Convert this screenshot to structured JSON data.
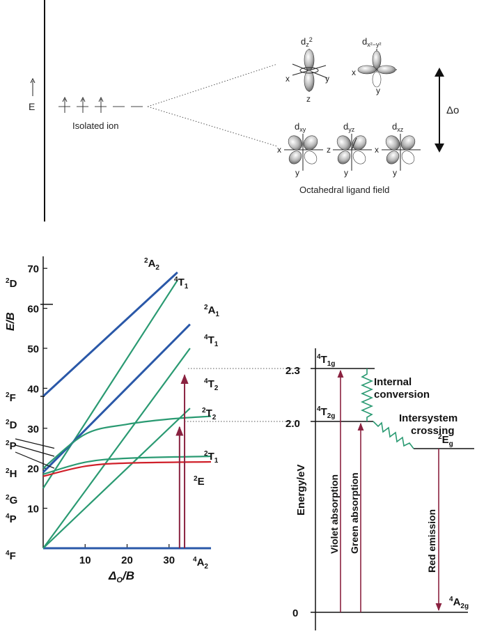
{
  "top": {
    "energy_axis_label": "E",
    "isolated_ion_label": "Isolated ion",
    "field_label": "Octahedral ligand field",
    "delta_label": "Δo",
    "eg_orbitals": [
      {
        "name": "dz²",
        "main": "d",
        "sub": "z",
        "sup": "2",
        "axes": [
          "x",
          "y",
          "z"
        ]
      },
      {
        "name": "dx²−y²",
        "main": "d",
        "sub": "x²−y²",
        "sup": "",
        "axes": [
          "x",
          "y"
        ]
      }
    ],
    "t2g_orbitals": [
      {
        "name": "dxy",
        "main": "d",
        "sub": "xy",
        "axes": [
          "x",
          "y"
        ]
      },
      {
        "name": "dyz",
        "main": "d",
        "sub": "yz",
        "axes": [
          "z",
          "y"
        ]
      },
      {
        "name": "dxz",
        "main": "d",
        "sub": "xz",
        "axes": [
          "x",
          "y"
        ]
      }
    ]
  },
  "tanabe_sugano": {
    "ylabel": "E/B",
    "xlabel_main": "Δ",
    "xlabel_sub": "O",
    "xlabel_rest": "/B",
    "x_ticks": [
      "10",
      "20",
      "30"
    ],
    "y_ticks": [
      "10",
      "20",
      "30",
      "40",
      "50",
      "60",
      "70"
    ],
    "free_ion_terms": [
      {
        "sup": "4",
        "letter": "F",
        "e": 0
      },
      {
        "sup": "4",
        "letter": "P",
        "e": 15
      },
      {
        "sup": "2",
        "letter": "G",
        "e": 18
      },
      {
        "sup": "2",
        "letter": "H",
        "e": 20
      },
      {
        "sup": "2",
        "letter": "P",
        "e": 23
      },
      {
        "sup": "2",
        "letter": "D",
        "e": 25
      },
      {
        "sup": "2",
        "letter": "F",
        "e": 38
      },
      {
        "sup": "2",
        "letter": "D",
        "e": 61
      }
    ],
    "state_labels": [
      {
        "sup": "2",
        "main": "A",
        "sub": "2"
      },
      {
        "sup": "4",
        "main": "T",
        "sub": "1"
      },
      {
        "sup": "2",
        "main": "A",
        "sub": "1"
      },
      {
        "sup": "4",
        "main": "T",
        "sub": "1"
      },
      {
        "sup": "4",
        "main": "T",
        "sub": "2"
      },
      {
        "sup": "2",
        "main": "T",
        "sub": "2"
      },
      {
        "sup": "2",
        "main": "T",
        "sub": "1"
      },
      {
        "sup": "2",
        "main": "E",
        "sub": ""
      },
      {
        "sup": "4",
        "main": "A",
        "sub": "2"
      }
    ],
    "colors": {
      "green": "#2a9a72",
      "blue": "#2a58a8",
      "red": "#d0202a",
      "maroon": "#8a2240"
    }
  },
  "chart_data": {
    "type": "line",
    "xlabel": "Δo/B",
    "ylabel": "E/B",
    "xlim": [
      0,
      40
    ],
    "ylim": [
      0,
      73
    ],
    "series": [
      {
        "name": "⁴A₂",
        "color": "blue",
        "points": [
          [
            0,
            0
          ],
          [
            40,
            0
          ]
        ]
      },
      {
        "name": "²A₂",
        "color": "blue",
        "points": [
          [
            0,
            38
          ],
          [
            32,
            69
          ]
        ]
      },
      {
        "name": "⁴T₁",
        "color": "green",
        "points": [
          [
            0,
            15
          ],
          [
            32,
            67
          ]
        ]
      },
      {
        "name": "²A₁",
        "color": "blue",
        "points": [
          [
            0,
            19
          ],
          [
            35,
            56
          ]
        ]
      },
      {
        "name": "⁴T₁",
        "color": "green",
        "points": [
          [
            0,
            0
          ],
          [
            35,
            50
          ]
        ]
      },
      {
        "name": "⁴T₂",
        "color": "green",
        "points": [
          [
            0,
            0
          ],
          [
            35,
            35
          ]
        ]
      },
      {
        "name": "²T₂",
        "color": "green",
        "points": [
          [
            0,
            20
          ],
          [
            10,
            28.5
          ],
          [
            20,
            31
          ],
          [
            30,
            32.3
          ],
          [
            40,
            33
          ]
        ]
      },
      {
        "name": "²T₁",
        "color": "green",
        "points": [
          [
            0,
            18.5
          ],
          [
            10,
            21.5
          ],
          [
            20,
            22.5
          ],
          [
            40,
            23
          ]
        ]
      },
      {
        "name": "²E",
        "color": "red",
        "points": [
          [
            0,
            18
          ],
          [
            10,
            20.5
          ],
          [
            20,
            21.3
          ],
          [
            40,
            21.6
          ]
        ]
      }
    ],
    "transitions": [
      {
        "x": 32.5,
        "from": 0,
        "to": 31
      },
      {
        "x": 33.7,
        "from": 0,
        "to": 44
      }
    ]
  },
  "energy_diagram": {
    "ylabel": "Energy/eV",
    "ticks": [
      {
        "label": "0",
        "value": 0
      },
      {
        "label": "2.0",
        "value": 2.0
      },
      {
        "label": "2.3",
        "value": 2.3
      }
    ],
    "levels": [
      {
        "sup": "4",
        "main": "T",
        "sub": "1g",
        "value": 2.3
      },
      {
        "sup": "4",
        "main": "T",
        "sub": "2g",
        "value": 2.0
      },
      {
        "sup": "2",
        "main": "E",
        "sub": "g",
        "value": 1.86
      },
      {
        "sup": "4",
        "main": "A",
        "sub": "2g",
        "value": 0
      }
    ],
    "internal_conversion": [
      "Internal",
      "conversion"
    ],
    "intersystem_crossing": [
      "Intersystem",
      "crossing"
    ],
    "violet_label": "Violet absorption",
    "green_label": "Green absorption",
    "red_label": "Red emission"
  }
}
